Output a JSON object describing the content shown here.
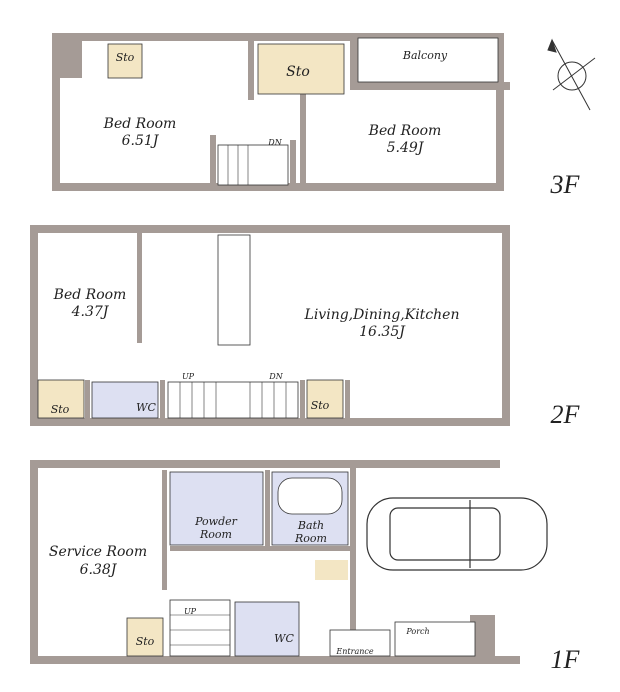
{
  "colors": {
    "wall": "#a59b96",
    "storage": "#f3e6c4",
    "wet": "#dde0f2",
    "line": "#333333"
  },
  "floors": [
    {
      "label": "3F",
      "rooms": [
        {
          "name": "Bed Room",
          "size": "6.51J"
        },
        {
          "name": "Bed Room",
          "size": "5.49J"
        },
        {
          "name": "Sto"
        },
        {
          "name": "Sto"
        },
        {
          "name": "Balcony"
        },
        {
          "name": "DN"
        }
      ]
    },
    {
      "label": "2F",
      "rooms": [
        {
          "name": "Bed Room",
          "size": "4.37J"
        },
        {
          "name": "Living,Dining,Kitchen",
          "size": "16.35J"
        },
        {
          "name": "Sto"
        },
        {
          "name": "WC"
        },
        {
          "name": "Sto"
        },
        {
          "name": "UP"
        },
        {
          "name": "DN"
        }
      ]
    },
    {
      "label": "1F",
      "rooms": [
        {
          "name": "Service Room",
          "size": "6.38J"
        },
        {
          "name": "Powder Room"
        },
        {
          "name": "Bath Room"
        },
        {
          "name": "Sto"
        },
        {
          "name": "WC"
        },
        {
          "name": "UP"
        },
        {
          "name": "Porch"
        },
        {
          "name": "Entrance"
        }
      ]
    }
  ],
  "compass_icon": "north-arrow-compass"
}
